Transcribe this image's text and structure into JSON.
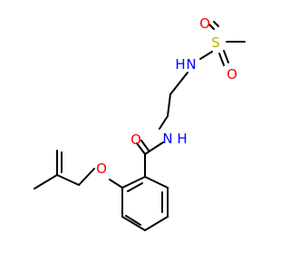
{
  "structure": {
    "atoms": {
      "S": {
        "label": "S",
        "color": "#b8b800"
      },
      "O_sulfonyl_top": {
        "label": "O",
        "color": "#ff0000"
      },
      "O_sulfonyl_bottom": {
        "label": "O",
        "color": "#ff0000"
      },
      "N_sulfonamide": {
        "label": "N",
        "color": "#0000ff"
      },
      "H_sulfonamide": {
        "label": "H",
        "color": "#0000ff"
      },
      "N_amide": {
        "label": "N",
        "color": "#0000ff"
      },
      "H_amide": {
        "label": "H",
        "color": "#0000ff"
      },
      "O_carbonyl": {
        "label": "O",
        "color": "#ff0000"
      },
      "O_ether": {
        "label": "O",
        "color": "#ff0000"
      }
    },
    "bond_color": "#000000"
  }
}
